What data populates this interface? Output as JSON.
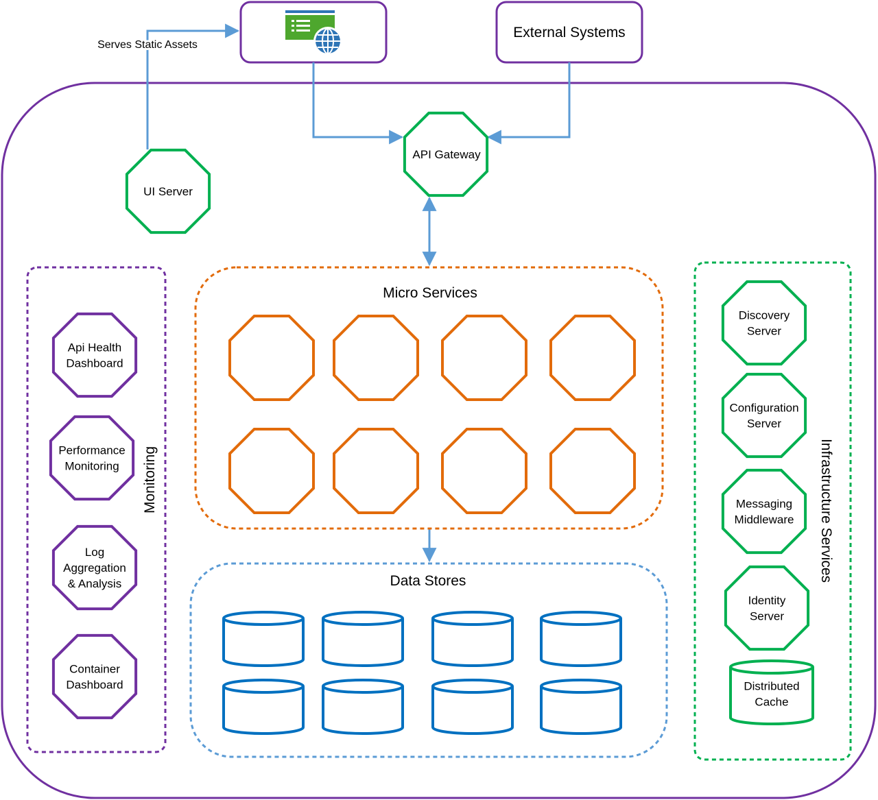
{
  "colors": {
    "outer": "#7030a0",
    "green": "#00b050",
    "orange": "#e26b0a",
    "blue": "#0070c0",
    "arrow": "#5b9bd5",
    "text": "#000000",
    "browser_green": "#4ea72e",
    "browser_blue": "#2e75b6"
  },
  "external_systems": {
    "label": "External Systems"
  },
  "browser": {
    "icon": "web-browser-icon"
  },
  "edge_labels": {
    "serves_static_assets": "Serves Static Assets"
  },
  "api_gateway": {
    "label": "API Gateway"
  },
  "ui_server": {
    "label": "UI Server"
  },
  "micro_services": {
    "title": "Micro Services",
    "service_count": 8
  },
  "data_stores": {
    "title": "Data Stores",
    "store_count": 8
  },
  "monitoring": {
    "title": "Monitoring",
    "items": [
      {
        "lines": [
          "Api Health",
          "Dashboard"
        ]
      },
      {
        "lines": [
          "Performance",
          "Monitoring"
        ]
      },
      {
        "lines": [
          "Log",
          "Aggregation",
          "& Analysis"
        ]
      },
      {
        "lines": [
          "Container",
          "Dashboard"
        ]
      }
    ]
  },
  "infrastructure": {
    "title": "Infrastructure Services",
    "items": [
      {
        "lines": [
          "Discovery",
          "Server"
        ]
      },
      {
        "lines": [
          "Configuration",
          "Server"
        ]
      },
      {
        "lines": [
          "Messaging",
          "Middleware"
        ]
      },
      {
        "lines": [
          "Identity",
          "Server"
        ]
      }
    ],
    "cache": {
      "lines": [
        "Distributed",
        "Cache"
      ]
    }
  }
}
